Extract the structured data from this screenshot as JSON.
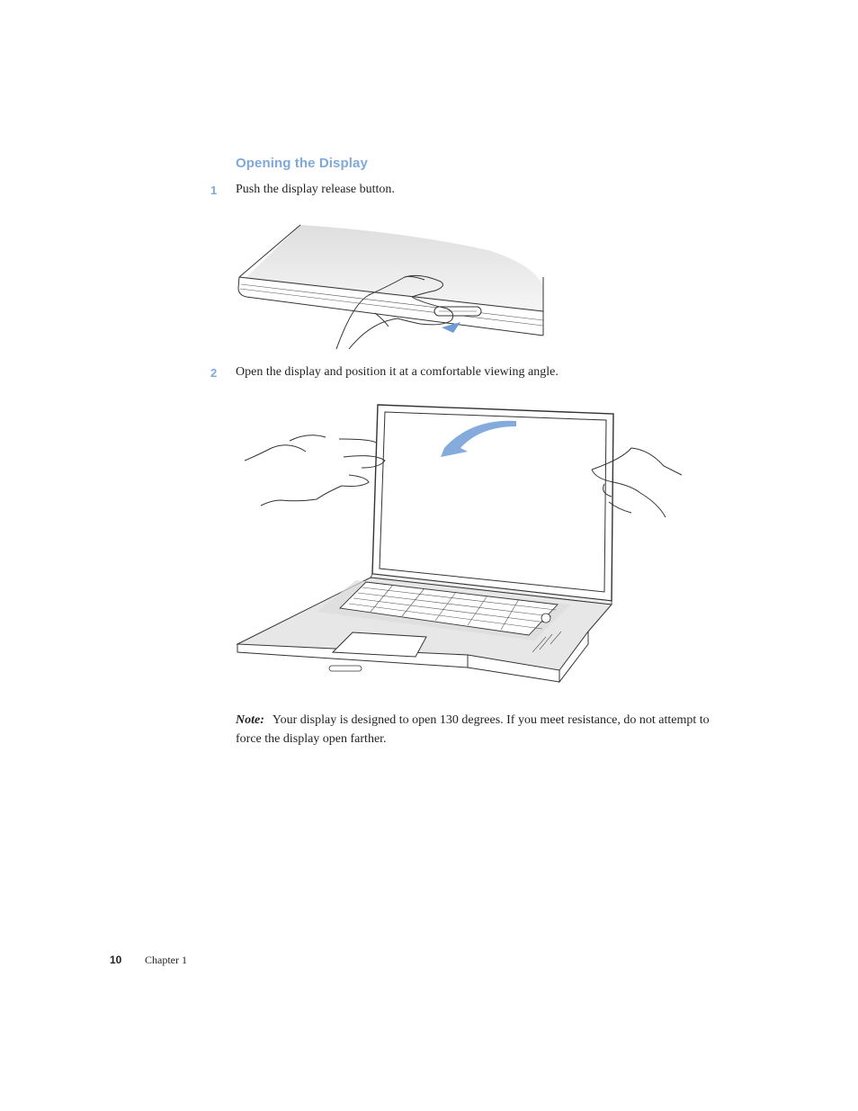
{
  "section": {
    "title": "Opening the Display"
  },
  "steps": [
    {
      "number": "1",
      "text": "Push the display release button."
    },
    {
      "number": "2",
      "text": "Open the display and position it at a comfortable viewing angle."
    }
  ],
  "note": {
    "label": "Note:",
    "text": "Your display is designed to open 130 degrees. If you meet resistance, do not attempt to force the display open farther."
  },
  "footer": {
    "page_number": "10",
    "chapter": "Chapter  1"
  },
  "colors": {
    "accent": "#7fa8db",
    "text": "#231f20"
  }
}
